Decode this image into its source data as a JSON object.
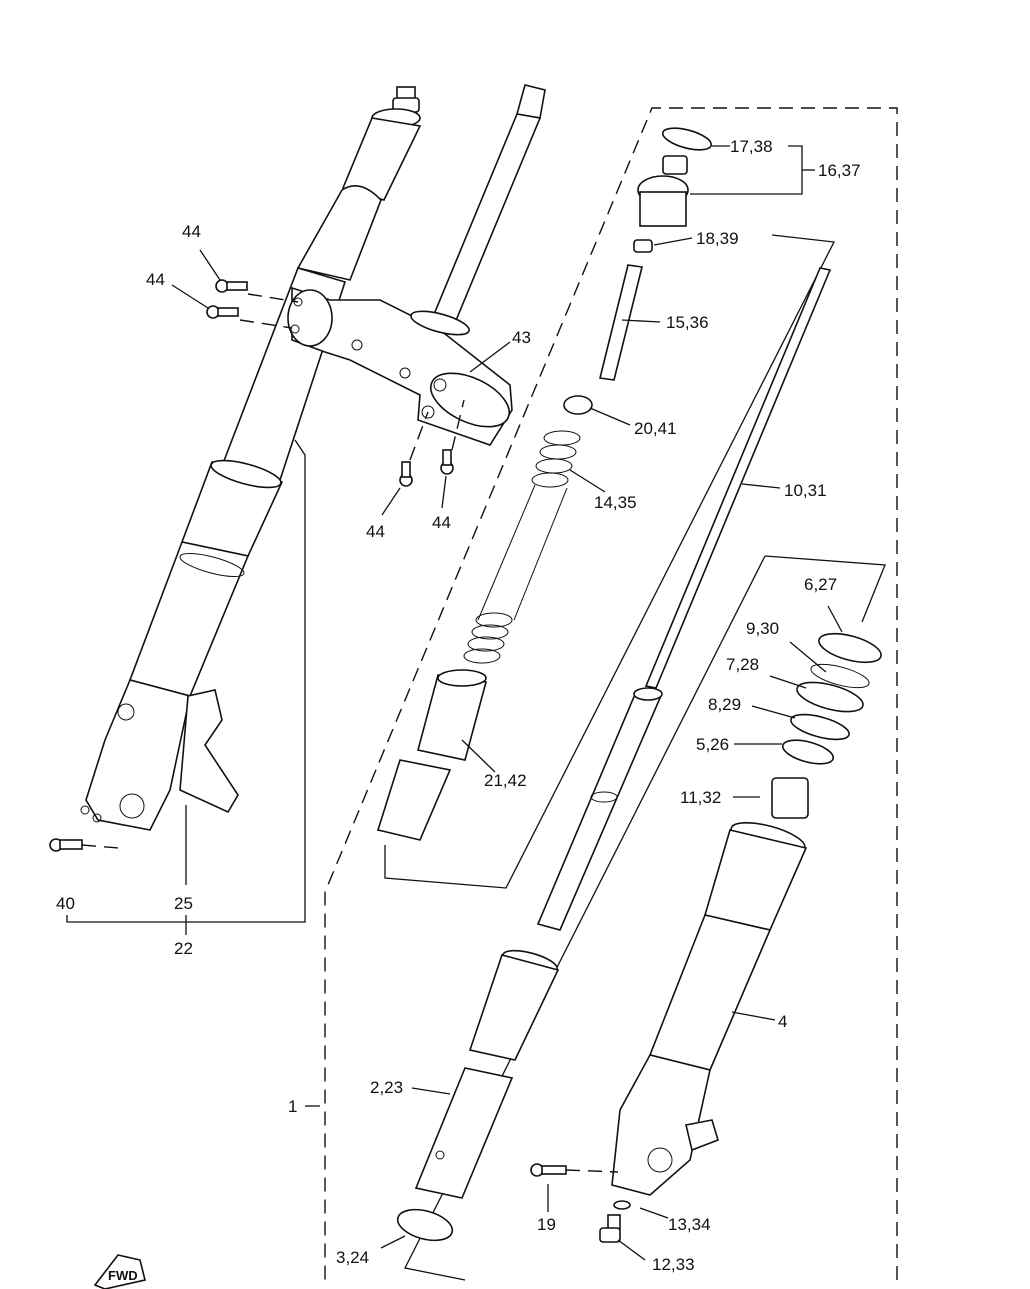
{
  "diagram": {
    "labels": {
      "l1": "1",
      "l2_23": "2,23",
      "l3_24": "3,24",
      "l4": "4",
      "l5_26": "5,26",
      "l6_27": "6,27",
      "l7_28": "7,28",
      "l8_29": "8,29",
      "l9_30": "9,30",
      "l10_31": "10,31",
      "l11_32": "11,32",
      "l12_33": "12,33",
      "l13_34": "13,34",
      "l14_35": "14,35",
      "l15_36": "15,36",
      "l16_37": "16,37",
      "l17_38": "17,38",
      "l18_39": "18,39",
      "l19": "19",
      "l20_41": "20,41",
      "l21_42": "21,42",
      "l22": "22",
      "l25": "25",
      "l40": "40",
      "l43": "43",
      "l44a": "44",
      "l44b": "44",
      "l44c": "44",
      "l44d": "44"
    },
    "fwd_badge": "FWD"
  }
}
